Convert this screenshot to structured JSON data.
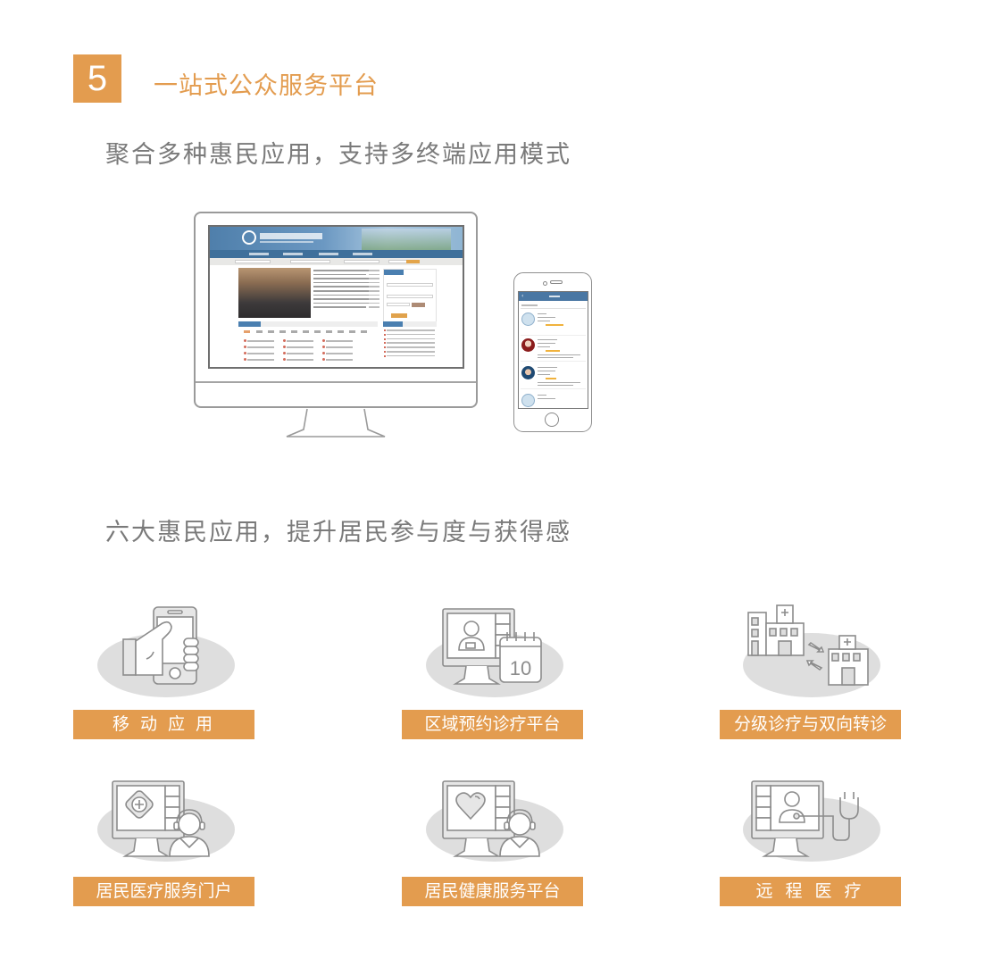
{
  "header": {
    "section_number": "5",
    "title": "一站式公众服务平台",
    "subtitle": "聚合多种惠民应用，支持多终端应用模式"
  },
  "devices": {
    "monitor_screen": "portal-homepage-screenshot",
    "phone_screen": "doctor-list-app-screenshot"
  },
  "apps_section": {
    "subtitle": "六大惠民应用，提升居民参与度与获得感",
    "items": [
      {
        "label": "移 动 应 用",
        "icon": "hand-holding-phone-icon"
      },
      {
        "label": "区域预约诊疗平台",
        "icon": "monitor-calendar-icon"
      },
      {
        "label": "分级诊疗与双向转诊",
        "icon": "hospitals-referral-icon"
      },
      {
        "label": "居民医疗服务门户",
        "icon": "monitor-medical-cross-agent-icon"
      },
      {
        "label": "居民健康服务平台",
        "icon": "monitor-heart-agent-icon"
      },
      {
        "label": "远 程 医 疗",
        "icon": "monitor-doctor-stethoscope-icon"
      }
    ]
  },
  "colors": {
    "accent": "#E39C4F",
    "text_gray": "#7a7a7a",
    "icon_stroke": "#8c8c8c",
    "ellipse": "#dedede"
  }
}
